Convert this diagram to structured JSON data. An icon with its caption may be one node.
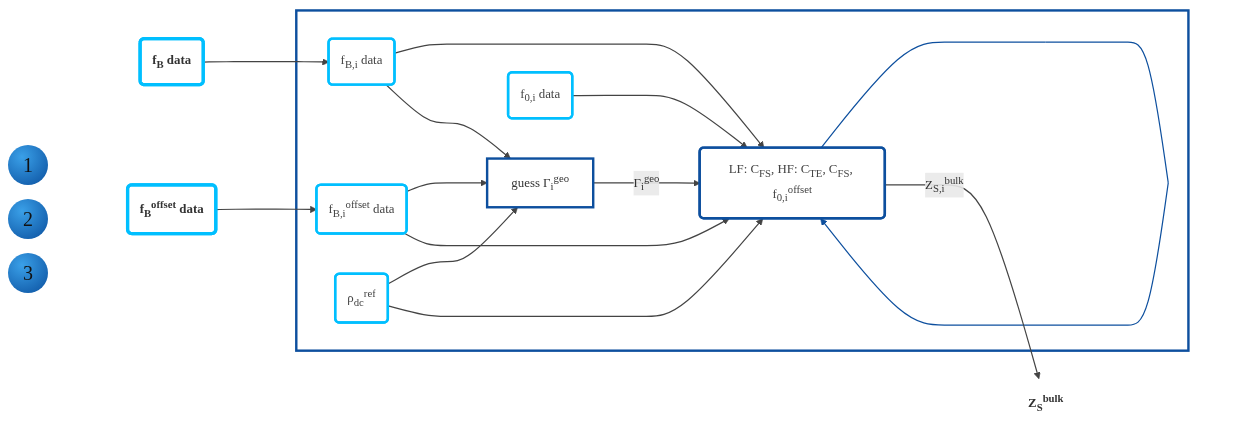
{
  "diagram": {
    "nodes": [
      {
        "text": [],
        "shape": "box"
      },
      {
        "text": [
          "f$_{B}$ data"
        ]
      },
      {
        "text": [
          "f$_{B,i}$ data"
        ],
        "in": 0
      },
      {
        "text": [
          "f$_{B}$$^{offset}$ data"
        ]
      },
      {
        "text": [
          "f$_{B,i}$$^{offset}$ data"
        ],
        "in": 0
      },
      {
        "text": [
          "ρ$_{dc}$$^{ref}$"
        ],
        "in": 0
      },
      {
        "text": [
          "guess Γ$_{i}$$^{geo}$"
        ],
        "in": 0
      },
      {
        "text": [
          "f$_{0,i}$ data"
        ],
        "in": 0
      },
      {
        "text": [
          "LF: C$_{FS}$, HF: C$_{TE}$, C$_{FS}$, f$_{0,i}$$^{offset}$"
        ],
        "in": 0
      },
      {
        "text": [
          "Z$_{S}$$^{bulk}$"
        ]
      }
    ],
    "edges": [
      {
        "from": 1,
        "to": 2,
        "arrow": "to"
      },
      {
        "from": 3,
        "to": 4,
        "arrow": "to"
      },
      {
        "from": 2,
        "to": 8,
        "arrow": "to"
      },
      {
        "from": 2,
        "to": 6,
        "arrow": "to"
      },
      {
        "from": 4,
        "to": 6,
        "arrow": "to"
      },
      {
        "from": 5,
        "to": 6,
        "arrow": "to"
      },
      {
        "from": 5,
        "to": 8,
        "arrow": "to"
      },
      {
        "from": 4,
        "to": 8,
        "arrow": "to"
      },
      {
        "from": 7,
        "to": 8,
        "arrow": "to"
      },
      {
        "from": 6,
        "to": 8,
        "arrow": "to",
        "label": "Γ$_{i}$$^{geo}$"
      },
      {
        "from": 8,
        "to": 8,
        "arrow": "to",
        "color": "#0d4f9e"
      },
      {
        "from": 8,
        "to": 9,
        "arrow": "to",
        "label": "Z$_{S,i}$$^{bulk}$"
      }
    ],
    "labels": [
      "1",
      "2",
      "3"
    ]
  }
}
